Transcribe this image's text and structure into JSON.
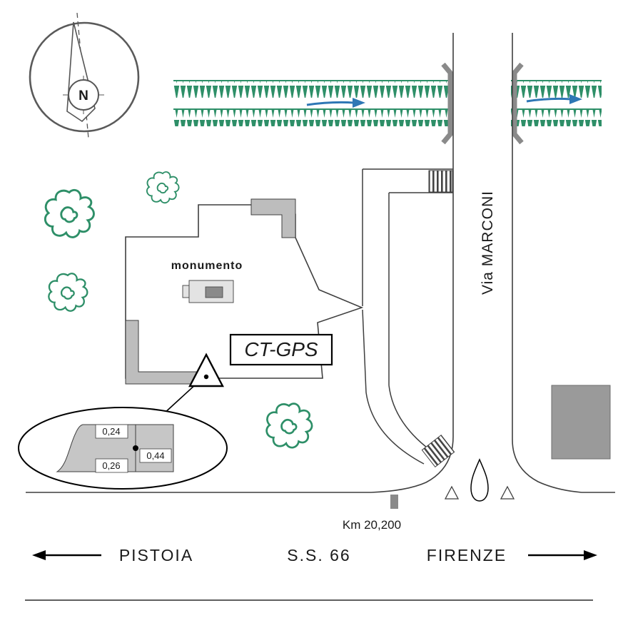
{
  "compass": {
    "north": "N"
  },
  "site": {
    "monument_label": "monumento",
    "station_label": "CT-GPS"
  },
  "detail": {
    "offset_top": "0,24",
    "offset_bottom": "0,26",
    "offset_right": "0,44"
  },
  "roads": {
    "vertical_street": "Via MARCONI",
    "highway": "S.S. 66",
    "km_marker": "Km 20,200",
    "direction_left": "PISTOIA",
    "direction_right": "FIRENZE"
  },
  "colors": {
    "vegetation": "#2e8f68",
    "flow_arrow": "#2e77b5",
    "wall": "#bdbdbd",
    "light_wall": "#e3e3e3",
    "building": "#9a9a9a",
    "parapet": "#8a8a8a",
    "outline": "#3f3f3f"
  }
}
